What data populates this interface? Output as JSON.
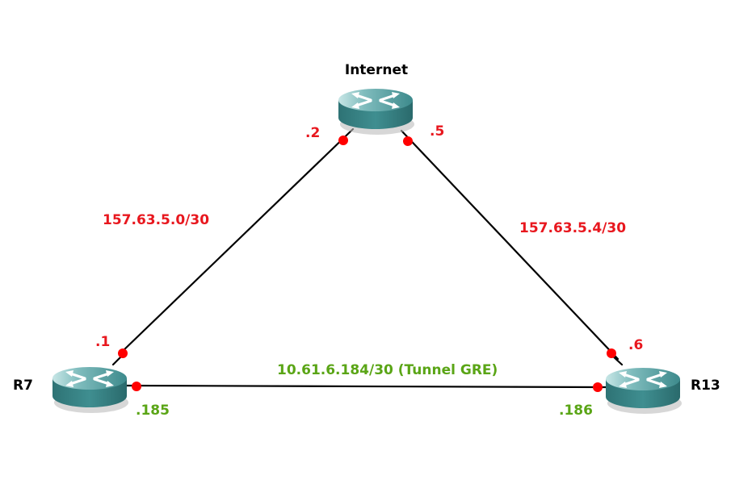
{
  "nodes": {
    "internet": {
      "name": "Internet",
      "icon": "router-icon"
    },
    "r7": {
      "name": "R7",
      "icon": "router-icon"
    },
    "r13": {
      "name": "R13",
      "icon": "router-icon"
    }
  },
  "links": {
    "r7_internet": {
      "subnet": "157.63.5.0/30",
      "r7_addr": ".1",
      "internet_addr": ".2"
    },
    "internet_r13": {
      "subnet": "157.63.5.4/30",
      "internet_addr": ".5",
      "r13_addr": ".6"
    },
    "tunnel": {
      "subnet": "10.61.6.184/30 (Tunnel GRE)",
      "r7_addr": ".185",
      "r13_addr": ".186"
    }
  },
  "colors": {
    "physical_label": "#e8171e",
    "tunnel_label": "#5aa516",
    "endpoint_dot": "#ff0000",
    "router_body": "#3f8c8e",
    "link": "#000000"
  }
}
